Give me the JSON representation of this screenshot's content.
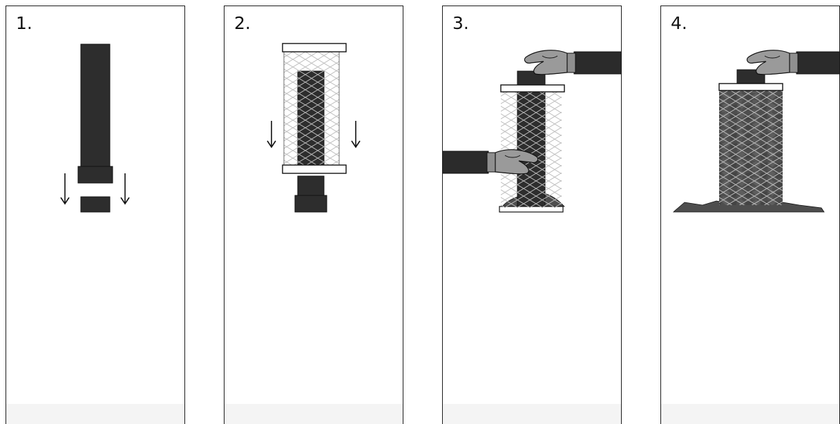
{
  "panels": [
    {
      "step": "1."
    },
    {
      "step": "2."
    },
    {
      "step": "3."
    },
    {
      "step": "4."
    }
  ],
  "colors": {
    "stone": "#505050",
    "dark_metal": "#2d2d2d",
    "net": "#ffffff",
    "glove": "#9a9a9a",
    "sleeve": "#2b2b2b",
    "handle": "#8a7766",
    "outline": "#111111"
  },
  "icons": [
    "down-arrow-icon",
    "stove-logo-icon",
    "hand-icon"
  ]
}
